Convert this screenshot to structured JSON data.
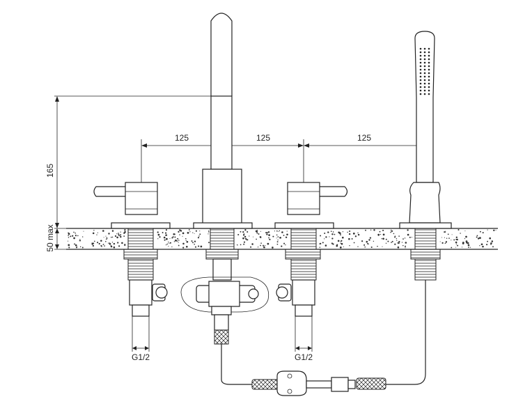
{
  "dimensions": {
    "spacing_left": "125",
    "spacing_middle": "125",
    "spacing_right": "125",
    "height": "165",
    "deck_thickness": "50 max",
    "thread_left": "G1/2",
    "thread_right": "G1/2"
  },
  "colors": {
    "line": "#222222",
    "background": "#ffffff",
    "deck_speckle": "#333333"
  }
}
